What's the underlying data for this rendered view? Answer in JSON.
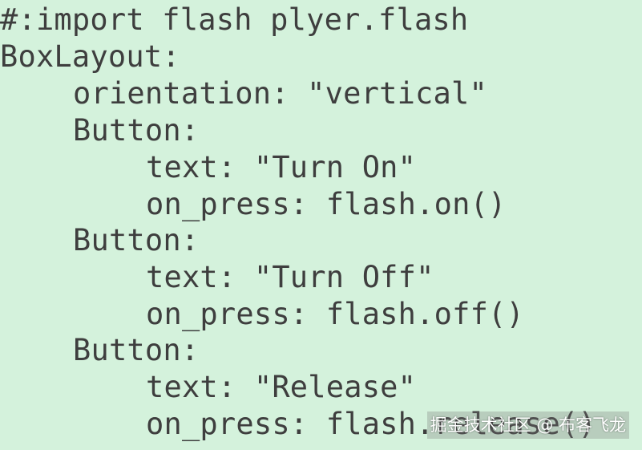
{
  "code": {
    "lines": [
      "#:import flash plyer.flash",
      "BoxLayout:",
      "orientation: \"vertical\"",
      "Button:",
      "text: \"Turn On\"",
      "on_press: flash.on()",
      "Button:",
      "text: \"Turn Off\"",
      "on_press: flash.off()",
      "Button:",
      "text: \"Release\"",
      "on_press: flash.release()"
    ]
  },
  "watermark": {
    "text": "掘金技术社区 @ 布客飞龙"
  },
  "colors": {
    "background": "#d4f2dc",
    "text": "#3e3e3e"
  }
}
